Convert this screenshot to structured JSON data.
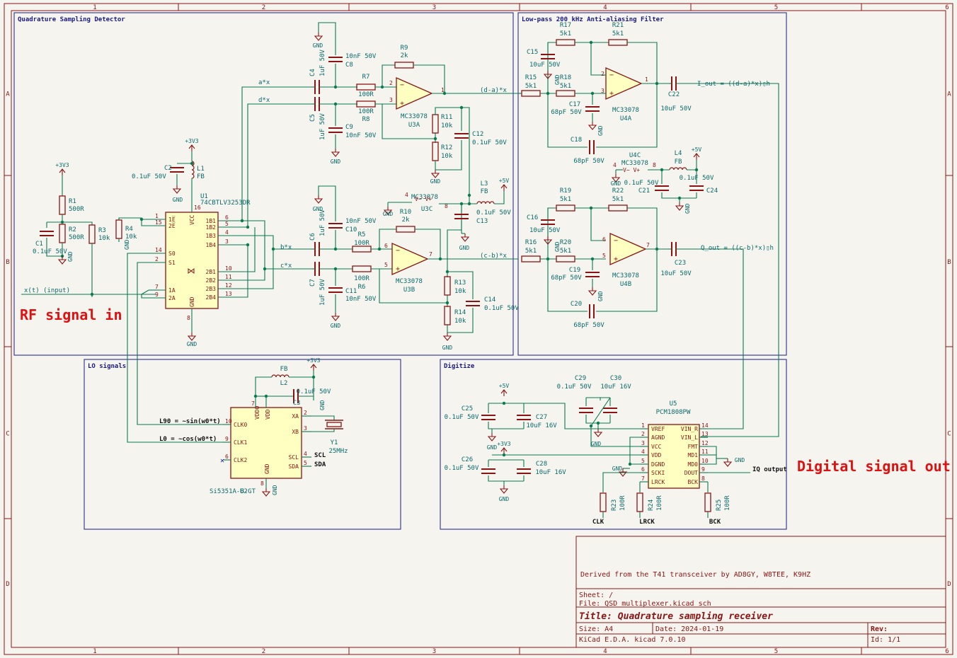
{
  "colors": {
    "frame": "#8a1414",
    "wire": "#0a7a50",
    "part": "#8a1414",
    "body": "#ffffc2",
    "text": "#0a6a6a",
    "red": "#e01010",
    "navy": "#1a1a8a"
  },
  "border": {
    "cols": [
      "1",
      "2",
      "3",
      "4",
      "5",
      "6"
    ],
    "rows": [
      "A",
      "B",
      "C",
      "D"
    ]
  },
  "sheets": {
    "qsd": "Quadrature Sampling Detector",
    "lpf": "Low-pass 200 kHz Anti-aliasing Filter",
    "lo": "LO signals",
    "dig": "Digitize"
  },
  "notes": {
    "rf_in": "RF signal in",
    "dig_out": "Digital signal out"
  },
  "nets": {
    "ax": "a*x",
    "dx": "d*x",
    "bx": "b*x",
    "cx": "c*x",
    "dax": "(d-a)*x",
    "cbx": "(c-b)*x",
    "xin": "x(t) (input)",
    "i_out": "I_out = ((d-a)*x)▯h",
    "q_out": "Q_out = ((c-b)*x)▯h",
    "l90": "L90 = ~sin(w0*t)",
    "l0": "L0 = ~cos(w0*t)",
    "iq": "IQ output",
    "scl": "SCL",
    "sda": "SDA",
    "clk": "CLK",
    "lrck": "LRCK",
    "bck": "BCK",
    "gnd": "GND",
    "v33": "+3V3",
    "v5": "+5V"
  },
  "parts": {
    "r1": [
      "R1",
      "500R"
    ],
    "r2": [
      "R2",
      "500R"
    ],
    "r3": [
      "R3",
      "10k"
    ],
    "r4": [
      "R4",
      "10k"
    ],
    "c1": [
      "C1",
      "0.1uF 50V"
    ],
    "c2": [
      "C2",
      "0.1uF 50V"
    ],
    "l1": [
      "L1",
      "FB"
    ],
    "u1": [
      "U1",
      "74CBTLV3253DR"
    ],
    "c4": [
      "C4",
      "1uF 50V"
    ],
    "c8": [
      "C8",
      "10nF 50V"
    ],
    "c5": [
      "C5",
      "1uF 50V"
    ],
    "c9": [
      "C9",
      "10nF 50V"
    ],
    "r7": [
      "R7",
      "100R"
    ],
    "r8": [
      "R8",
      "100R"
    ],
    "r9": [
      "R9",
      "2k"
    ],
    "r11": [
      "R11",
      "10k"
    ],
    "r12": [
      "R12",
      "10k"
    ],
    "c12": [
      "C12",
      "0.1uF 50V"
    ],
    "u3a": [
      "U3A",
      "MC33078"
    ],
    "u3b": [
      "U3B",
      "MC33078"
    ],
    "u3c": [
      "U3C",
      "MC33078"
    ],
    "l3": [
      "L3",
      "FB"
    ],
    "c13": [
      "C13",
      "0.1uF 50V"
    ],
    "c6": [
      "C6",
      "1uF 50V"
    ],
    "c10": [
      "C10",
      "10nF 50V"
    ],
    "c7": [
      "C7",
      "1uF 50V"
    ],
    "c11": [
      "C11",
      "10nF 50V"
    ],
    "r5": [
      "R5",
      "100R"
    ],
    "r6": [
      "R6",
      "100R"
    ],
    "r10": [
      "R10",
      "2k"
    ],
    "r13": [
      "R13",
      "10k"
    ],
    "r14": [
      "R14",
      "10k"
    ],
    "c14": [
      "C14",
      "0.1uF 50V"
    ],
    "r15": [
      "R15",
      "5k1"
    ],
    "r17": [
      "R17",
      "5k1"
    ],
    "r18": [
      "R18",
      "5k1"
    ],
    "r21": [
      "R21",
      "5k1"
    ],
    "c15": [
      "C15",
      "10uF 50V"
    ],
    "c17": [
      "C17",
      "68pF 50V"
    ],
    "c18": [
      "C18",
      "68pF 50V"
    ],
    "u4a": [
      "U4A",
      "MC33078"
    ],
    "u4b": [
      "U4B",
      "MC33078"
    ],
    "u4c": [
      "U4C",
      "MC33078"
    ],
    "c22": [
      "C22",
      "10uF 50V"
    ],
    "l4": [
      "L4",
      "FB"
    ],
    "c21": [
      "C21",
      "0.1uF 50V"
    ],
    "c24": [
      "C24",
      "0.1uF 50V"
    ],
    "r16": [
      "R16",
      "5k1"
    ],
    "r19": [
      "R19",
      "5k1"
    ],
    "r20": [
      "R20",
      "5k1"
    ],
    "r22": [
      "R22",
      "5k1"
    ],
    "c16": [
      "C16",
      "10uF 50V"
    ],
    "c19": [
      "C19",
      "68pF 50V"
    ],
    "c20": [
      "C20",
      "68pF 50V"
    ],
    "c23": [
      "C23",
      "10uF 50V"
    ],
    "u2": [
      "U2",
      "Si5351A-B-GT"
    ],
    "l2": [
      "L2",
      "FB"
    ],
    "c3": [
      "C3",
      "0.1uF 50V"
    ],
    "y1": [
      "Y1",
      "25MHz"
    ],
    "u5": [
      "U5",
      "PCM1808PW"
    ],
    "c25": [
      "C25",
      "0.1uF 50V"
    ],
    "c27": [
      "C27",
      "10uF 16V"
    ],
    "c26": [
      "C26",
      "0.1uF 50V"
    ],
    "c28": [
      "C28",
      "10uF 16V"
    ],
    "c29": [
      "C29",
      "0.1uF 50V"
    ],
    "c30": [
      "C30",
      "10uF 16V"
    ],
    "r23": [
      "R23",
      "100R"
    ],
    "r24": [
      "R24",
      "100R"
    ],
    "r25": [
      "R25",
      "100R"
    ]
  },
  "pins": {
    "u1_left": [
      "1E̅",
      "2E̅",
      "S0",
      "S1",
      "1A",
      "2A"
    ],
    "u1_left_num": [
      "1",
      "15",
      "14",
      "2",
      "7",
      "9"
    ],
    "u1_right": [
      "1B1",
      "1B2",
      "1B3",
      "1B4",
      "2B1",
      "2B2",
      "2B3",
      "2B4"
    ],
    "u1_right_num": [
      "6",
      "5",
      "4",
      "3",
      "10",
      "11",
      "12",
      "13"
    ],
    "u1_top": "VCC",
    "u1_bot": "GND",
    "u1_topnum": "16",
    "u1_botnum": "8",
    "u2_left": [
      "CLK0",
      "CLK1",
      "CLK2"
    ],
    "u2_left_num": [
      "10",
      "9",
      "6"
    ],
    "u2_right": [
      "XA",
      "XB",
      "SCL",
      "SDA"
    ],
    "u2_right_num": [
      "2",
      "3",
      "4",
      "5"
    ],
    "u2_top": "VDDO",
    "u2_bot": "GND",
    "u2_topnum": "7",
    "u2_botnum": "8",
    "u2_vdd": "VDD",
    "u5_left": [
      "VREF",
      "AGND",
      "VCC",
      "VDD",
      "DGND",
      "SCKI",
      "LRCK"
    ],
    "u5_left_num": [
      "1",
      "2",
      "3",
      "4",
      "5",
      "6",
      "7"
    ],
    "u5_right": [
      "VIN_R",
      "VIN_L",
      "FMT",
      "MD1",
      "MD0",
      "DOUT",
      "BCK"
    ],
    "u5_right_num": [
      "14",
      "13",
      "12",
      "11",
      "10",
      "9",
      "8"
    ]
  },
  "title_block": {
    "derived": "Derived from the T41 transceiver by AD8GY, W8TEE, K9HZ",
    "sheet": "Sheet: /",
    "file": "File: QSD_multiplexer.kicad_sch",
    "title": "Title: Quadrature sampling receiver",
    "size": "Size: A4",
    "date": "Date: 2024-01-19",
    "rev": "Rev:",
    "tool": "KiCad E.D.A.  kicad 7.0.10",
    "id": "Id: 1/1"
  }
}
